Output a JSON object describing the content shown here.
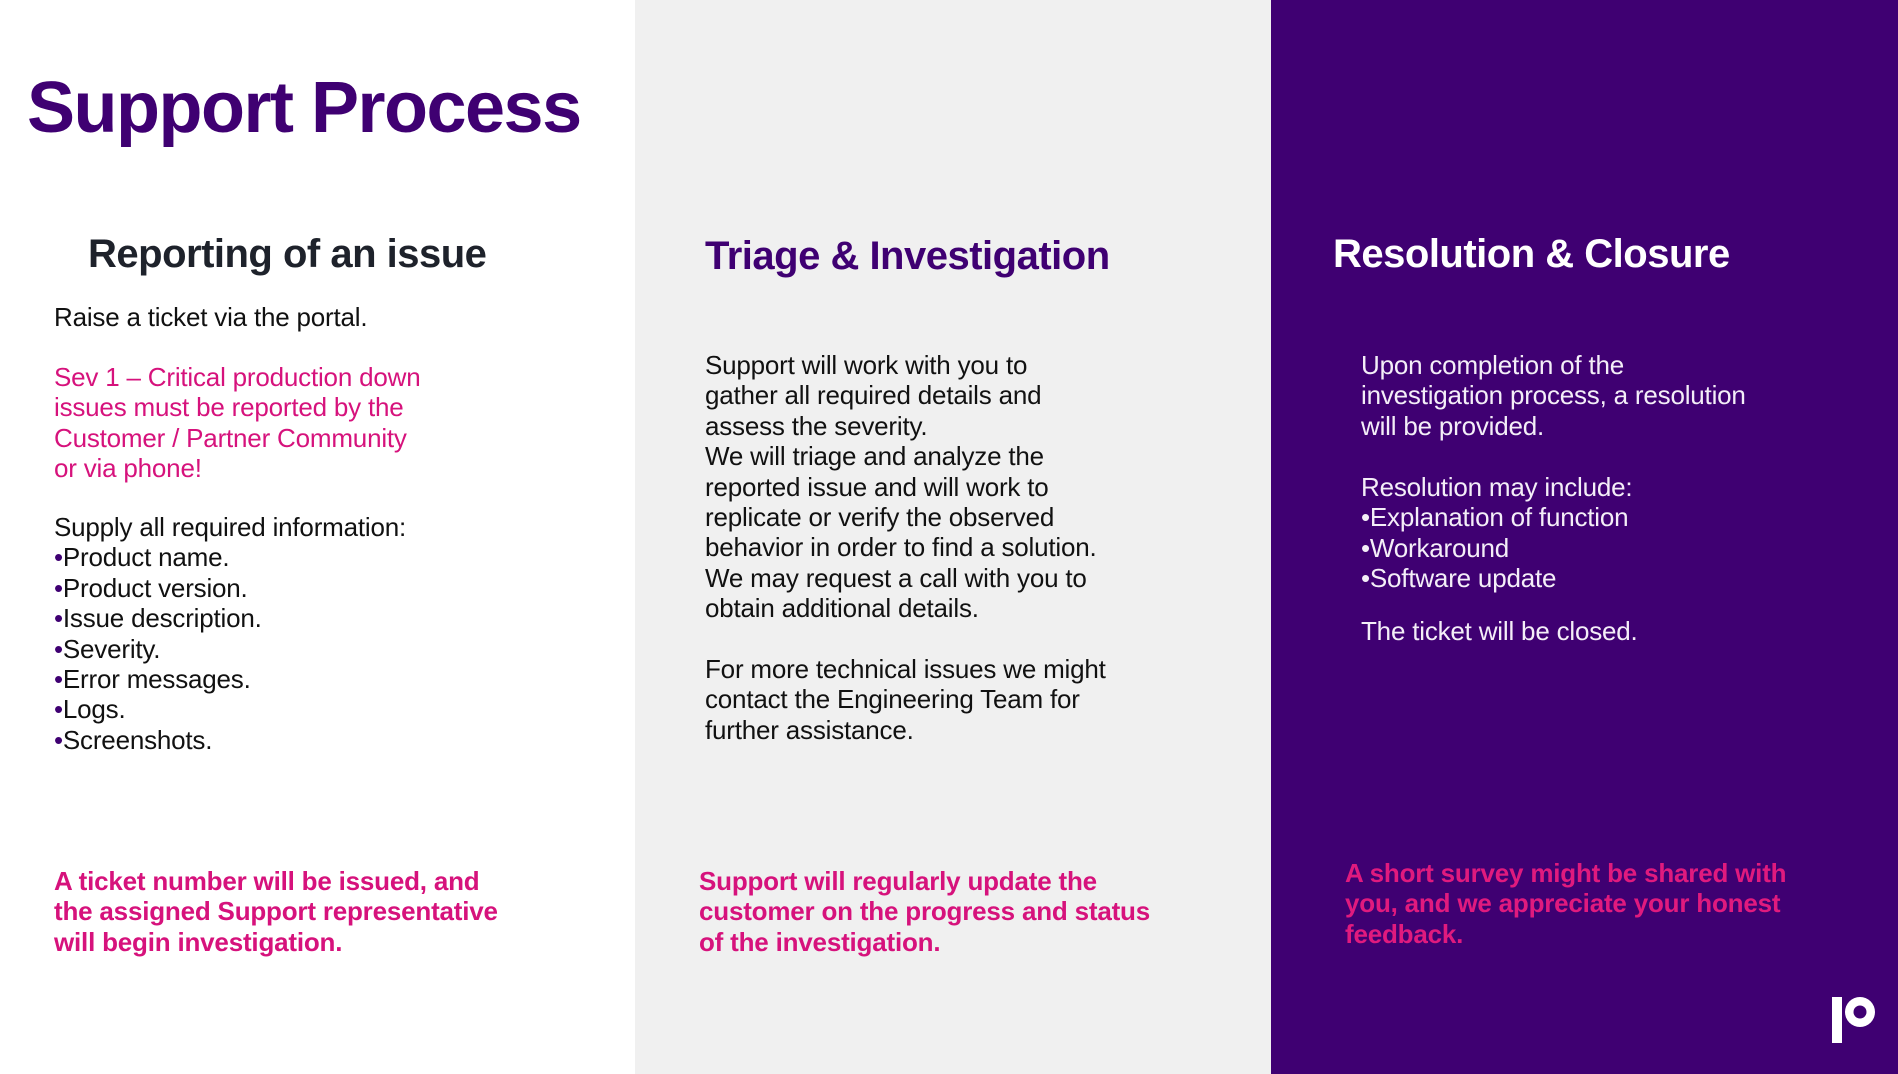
{
  "slide": {
    "title": "Support Process",
    "colors": {
      "purple": "#3f0072",
      "pink": "#d6127c",
      "pink_light": "#e01a7e",
      "gray_panel": "#f0f0f0",
      "dark_text": "#1e222b",
      "light_text": "#f4eef8"
    }
  },
  "columns": [
    {
      "heading": "Reporting of an issue",
      "intro": "Raise a ticket via the portal.",
      "severity": [
        "Sev 1 – Critical production down",
        "issues must be reported by the",
        "Customer / Partner Community",
        "or via phone!"
      ],
      "supply_label": "Supply all required information:",
      "supply_items": [
        "Product name.",
        "Product version.",
        "Issue description.",
        "Severity.",
        "Error messages.",
        "Logs.",
        "Screenshots."
      ],
      "footer": [
        "A ticket number will be issued, and",
        "the assigned Support representative",
        "will begin investigation."
      ]
    },
    {
      "heading": "Triage & Investigation",
      "para1": [
        "Support will work with you to",
        "gather all required details and",
        "assess the severity.",
        "We will triage and analyze the",
        "reported issue and will work to",
        "replicate or verify the observed",
        "behavior in order to find a solution.",
        "We may request a call with you to",
        "obtain additional details."
      ],
      "para2": [
        "For more technical issues we might",
        "contact the Engineering Team for",
        "further assistance."
      ],
      "footer": [
        "Support will regularly update the",
        "customer on the progress and status",
        "of the investigation."
      ]
    },
    {
      "heading": "Resolution & Closure",
      "para1": [
        "Upon completion of the",
        "investigation process, a resolution",
        "will be provided."
      ],
      "resolution_label": "Resolution may include:",
      "resolution_items": [
        "Explanation of function",
        "Workaround",
        "Software update"
      ],
      "closing": "The ticket will be closed.",
      "footer": [
        "A short survey might be shared with",
        "you, and we appreciate your honest",
        "feedback."
      ]
    }
  ],
  "logo": {
    "name": "brand-logo"
  }
}
